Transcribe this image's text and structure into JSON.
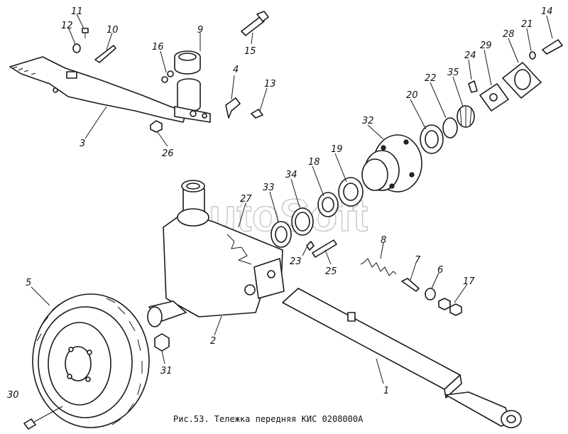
{
  "caption": "Рис.53. Тележка передняя КИС 0208000А",
  "watermark": "AutoSoft",
  "parts": [
    {
      "id": "p1",
      "label": "1"
    },
    {
      "id": "p2",
      "label": "2"
    },
    {
      "id": "p3",
      "label": "3"
    },
    {
      "id": "p4",
      "label": "4"
    },
    {
      "id": "p5",
      "label": "5"
    },
    {
      "id": "p6",
      "label": "6"
    },
    {
      "id": "p7",
      "label": "7"
    },
    {
      "id": "p8",
      "label": "8"
    },
    {
      "id": "p9",
      "label": "9"
    },
    {
      "id": "p10",
      "label": "10"
    },
    {
      "id": "p11",
      "label": "11"
    },
    {
      "id": "p12",
      "label": "12"
    },
    {
      "id": "p13",
      "label": "13"
    },
    {
      "id": "p14",
      "label": "14"
    },
    {
      "id": "p15",
      "label": "15"
    },
    {
      "id": "p16",
      "label": "16"
    },
    {
      "id": "p17",
      "label": "17"
    },
    {
      "id": "p18",
      "label": "18"
    },
    {
      "id": "p19",
      "label": "19"
    },
    {
      "id": "p20",
      "label": "20"
    },
    {
      "id": "p21",
      "label": "21"
    },
    {
      "id": "p22",
      "label": "22"
    },
    {
      "id": "p23",
      "label": "23"
    },
    {
      "id": "p24",
      "label": "24"
    },
    {
      "id": "p25",
      "label": "25"
    },
    {
      "id": "p26",
      "label": "26"
    },
    {
      "id": "p27",
      "label": "27"
    },
    {
      "id": "p28",
      "label": "28"
    },
    {
      "id": "p29",
      "label": "29"
    },
    {
      "id": "p30",
      "label": "30"
    },
    {
      "id": "p31",
      "label": "31"
    },
    {
      "id": "p32",
      "label": "32"
    },
    {
      "id": "p33",
      "label": "33"
    },
    {
      "id": "p34",
      "label": "34"
    },
    {
      "id": "p35",
      "label": "35"
    }
  ]
}
